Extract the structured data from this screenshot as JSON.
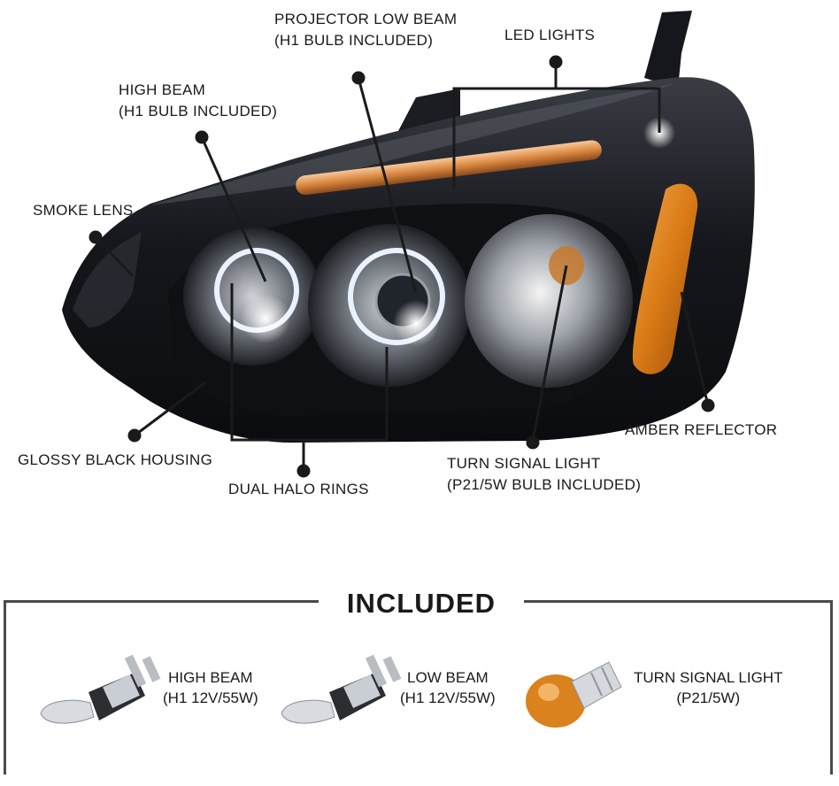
{
  "callouts": {
    "projector_low_beam": [
      "PROJECTOR LOW BEAM",
      "(H1 BULB INCLUDED)"
    ],
    "led_lights": [
      "LED LIGHTS"
    ],
    "high_beam": [
      "HIGH BEAM",
      "(H1 BULB INCLUDED)"
    ],
    "smoke_lens": [
      "SMOKE LENS"
    ],
    "amber_reflector": [
      "AMBER REFLECTOR"
    ],
    "glossy_black_housing": [
      "GLOSSY BLACK HOUSING"
    ],
    "dual_halo_rings": [
      "DUAL HALO RINGS"
    ],
    "turn_signal_light": [
      "TURN SIGNAL LIGHT",
      "(P21/5W BULB INCLUDED)"
    ]
  },
  "included": {
    "title": "INCLUDED",
    "items": [
      {
        "name": "HIGH BEAM",
        "spec": "(H1 12V/55W)",
        "icon": "h1-bulb-icon"
      },
      {
        "name": "LOW BEAM",
        "spec": "(H1 12V/55W)",
        "icon": "h1-bulb-icon"
      },
      {
        "name": "TURN SIGNAL LIGHT",
        "spec": "(P21/5W)",
        "icon": "amber-p21-bulb-icon"
      }
    ]
  },
  "colors": {
    "housing": "#14161b",
    "amber": "#d9821e",
    "led_strip": "#e09a5a",
    "halo": "#eaf2ff",
    "line": "#1a1a1a"
  }
}
